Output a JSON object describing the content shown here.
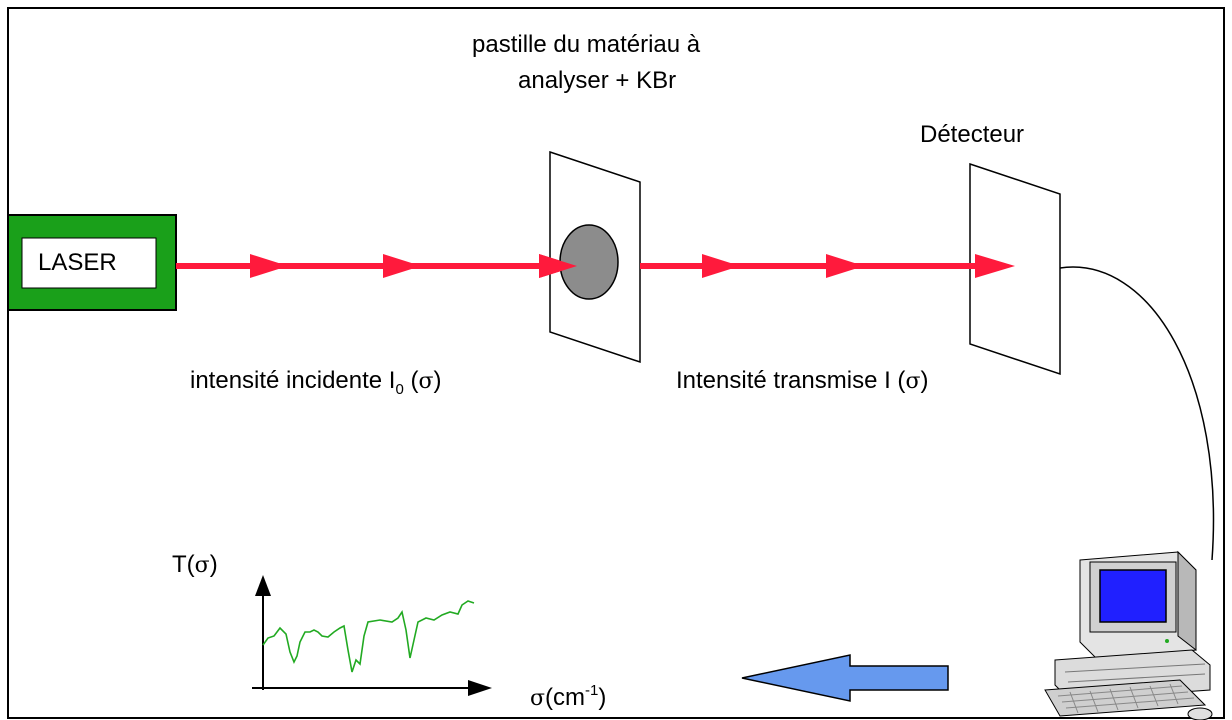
{
  "laser": {
    "label": "LASER"
  },
  "sample": {
    "label_line1": "pastille du matériau à",
    "label_line2": "analyser + KBr"
  },
  "detector": {
    "label": "Détecteur"
  },
  "incident": {
    "text": "intensité incidente I",
    "sub": "0",
    "paren_open": " (",
    "sigma": "σ",
    "paren_close": ")"
  },
  "transmitted": {
    "text": "Intensité transmise I",
    "paren_open": " (",
    "sigma": "σ",
    "paren_close": ")"
  },
  "graph": {
    "ylabel_prefix": "T(",
    "ylabel_sigma": "σ",
    "ylabel_suffix": ")",
    "xlabel_sigma": "σ",
    "xlabel_unit": "(cm",
    "xlabel_exp": "-1",
    "xlabel_close": ")"
  },
  "colors": {
    "beam": "#ff1a3c",
    "laser_green": "#1aa01a",
    "spectrum": "#22aa22",
    "return_arrow": "#6699ee",
    "sample_disc": "#8c8c8c",
    "screen": "#2020ff"
  },
  "icons": [
    "laser-icon",
    "sample-pellet-icon",
    "detector-plate-icon",
    "computer-icon",
    "return-arrow-icon"
  ]
}
